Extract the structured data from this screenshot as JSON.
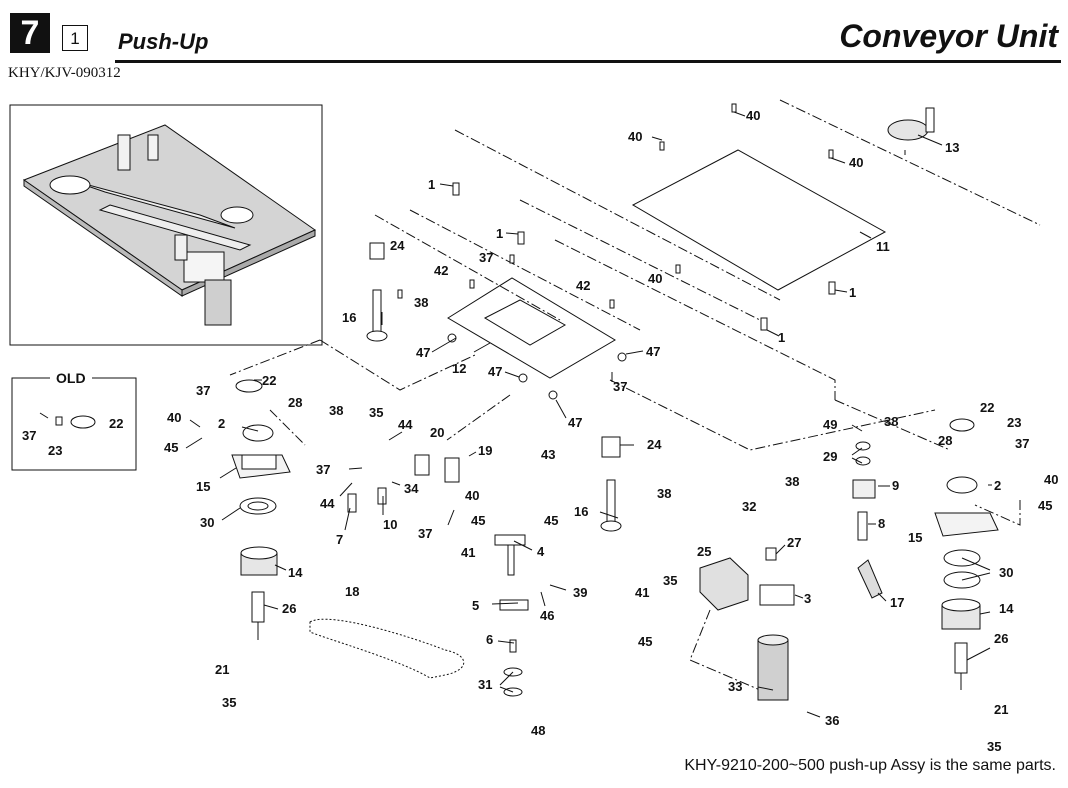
{
  "header": {
    "chapter_number": "7",
    "section_number": "1",
    "title": "Push-Up",
    "unit_name": "Conveyor Unit",
    "doc_code": "KHY/KJV-090312"
  },
  "inset_old": {
    "label": "OLD",
    "callouts": [
      "37",
      "23",
      "22"
    ]
  },
  "callouts": [
    {
      "n": "40"
    },
    {
      "n": "40"
    },
    {
      "n": "13"
    },
    {
      "n": "40"
    },
    {
      "n": "1"
    },
    {
      "n": "1"
    },
    {
      "n": "37"
    },
    {
      "n": "24"
    },
    {
      "n": "42"
    },
    {
      "n": "42"
    },
    {
      "n": "11"
    },
    {
      "n": "40"
    },
    {
      "n": "1"
    },
    {
      "n": "38"
    },
    {
      "n": "16"
    },
    {
      "n": "1"
    },
    {
      "n": "47"
    },
    {
      "n": "47"
    },
    {
      "n": "12"
    },
    {
      "n": "47"
    },
    {
      "n": "37"
    },
    {
      "n": "37"
    },
    {
      "n": "22"
    },
    {
      "n": "28"
    },
    {
      "n": "38"
    },
    {
      "n": "40"
    },
    {
      "n": "2"
    },
    {
      "n": "45"
    },
    {
      "n": "35"
    },
    {
      "n": "44"
    },
    {
      "n": "20"
    },
    {
      "n": "19"
    },
    {
      "n": "47"
    },
    {
      "n": "24"
    },
    {
      "n": "22"
    },
    {
      "n": "23"
    },
    {
      "n": "37"
    },
    {
      "n": "49"
    },
    {
      "n": "38"
    },
    {
      "n": "28"
    },
    {
      "n": "29"
    },
    {
      "n": "43"
    },
    {
      "n": "37"
    },
    {
      "n": "34"
    },
    {
      "n": "44"
    },
    {
      "n": "10"
    },
    {
      "n": "7"
    },
    {
      "n": "37"
    },
    {
      "n": "15"
    },
    {
      "n": "30"
    },
    {
      "n": "40"
    },
    {
      "n": "45"
    },
    {
      "n": "45"
    },
    {
      "n": "41"
    },
    {
      "n": "4"
    },
    {
      "n": "16"
    },
    {
      "n": "38"
    },
    {
      "n": "38"
    },
    {
      "n": "32"
    },
    {
      "n": "9"
    },
    {
      "n": "8"
    },
    {
      "n": "2"
    },
    {
      "n": "40"
    },
    {
      "n": "45"
    },
    {
      "n": "15"
    },
    {
      "n": "14"
    },
    {
      "n": "18"
    },
    {
      "n": "26"
    },
    {
      "n": "5"
    },
    {
      "n": "39"
    },
    {
      "n": "46"
    },
    {
      "n": "25"
    },
    {
      "n": "27"
    },
    {
      "n": "3"
    },
    {
      "n": "35"
    },
    {
      "n": "41"
    },
    {
      "n": "45"
    },
    {
      "n": "17"
    },
    {
      "n": "30"
    },
    {
      "n": "14"
    },
    {
      "n": "6"
    },
    {
      "n": "21"
    },
    {
      "n": "35"
    },
    {
      "n": "31"
    },
    {
      "n": "48"
    },
    {
      "n": "33"
    },
    {
      "n": "36"
    },
    {
      "n": "26"
    },
    {
      "n": "21"
    },
    {
      "n": "35"
    }
  ],
  "footer_note": "KHY-9210-200~500 push-up Assy is the same parts."
}
